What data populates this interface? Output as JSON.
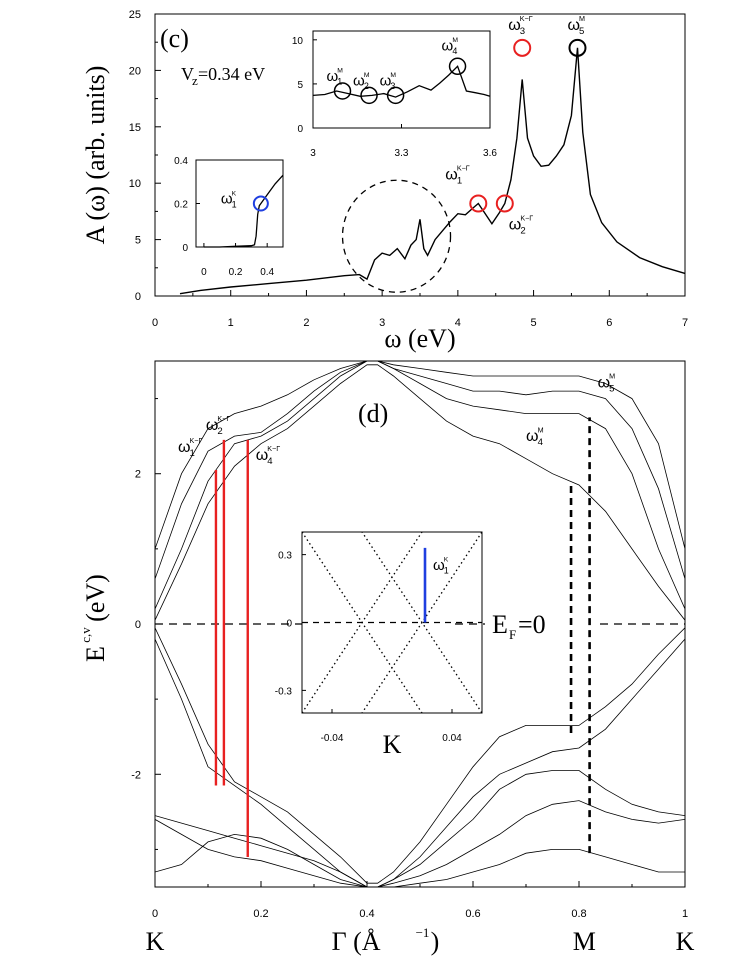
{
  "chart_data": [
    {
      "id": "c",
      "type": "line",
      "panel_label": "(c)",
      "annotation": "V",
      "annotation_sub": "z",
      "annotation_rest": "=0.34 eV",
      "xlabel": "ω (eV)",
      "ylabel": "A (ω) (arb. units)",
      "xlim": [
        0,
        7
      ],
      "ylim": [
        0,
        25
      ],
      "xticks": [
        "0",
        "1",
        "2",
        "3",
        "4",
        "5",
        "6",
        "7"
      ],
      "yticks": [
        "0",
        "5",
        "10",
        "15",
        "20",
        "25"
      ],
      "series": [
        {
          "x": [
            0.33,
            0.6,
            1.0,
            1.5,
            2.0,
            2.5,
            2.7,
            2.8,
            2.9,
            3.0,
            3.1,
            3.2,
            3.3,
            3.38,
            3.45,
            3.5,
            3.55,
            3.6,
            3.7,
            3.8,
            3.9,
            4.0,
            4.1,
            4.2,
            4.27,
            4.35,
            4.45,
            4.55,
            4.62,
            4.7,
            4.78,
            4.85,
            4.92,
            5.0,
            5.1,
            5.2,
            5.3,
            5.4,
            5.5,
            5.58,
            5.65,
            5.75,
            5.9,
            6.1,
            6.4,
            6.7,
            7.0
          ],
          "y": [
            0.2,
            0.5,
            0.8,
            1.1,
            1.4,
            1.8,
            1.9,
            1.5,
            3.2,
            3.8,
            3.6,
            4.2,
            3.3,
            4.5,
            5.0,
            6.8,
            4.2,
            3.6,
            5.0,
            5.8,
            6.6,
            7.3,
            7.2,
            7.8,
            8.2,
            7.4,
            6.4,
            7.4,
            8.2,
            10.3,
            14.0,
            19.2,
            14.0,
            12.4,
            11.5,
            11.6,
            12.4,
            13.4,
            16.0,
            22.0,
            14.5,
            9.0,
            6.5,
            4.8,
            3.4,
            2.6,
            2.0
          ]
        }
      ],
      "peak_labels": [
        {
          "base": "ω",
          "sub": "1",
          "sup": "K−Γ",
          "x": 4.27,
          "y": 8.2,
          "color": "#e82020"
        },
        {
          "base": "ω",
          "sub": "2",
          "sup": "K−Γ",
          "x": 4.62,
          "y": 8.2,
          "color": "#e82020"
        },
        {
          "base": "ω",
          "sub": "3",
          "sup": "K−Γ",
          "x": 4.85,
          "y": 22.0,
          "color": "#e82020"
        },
        {
          "base": "ω",
          "sub": "5",
          "sup": "M",
          "x": 5.58,
          "y": 22.0,
          "color": "#000000"
        }
      ],
      "insets": [
        {
          "id": "c-inset-right",
          "type": "line",
          "xlim": [
            3.0,
            3.6
          ],
          "ylim": [
            0,
            11
          ],
          "xticks": [
            "3",
            "3.3",
            "3.6"
          ],
          "yticks": [
            "0",
            "5",
            "10"
          ],
          "series": [
            {
              "x": [
                3.0,
                3.04,
                3.08,
                3.12,
                3.16,
                3.2,
                3.24,
                3.28,
                3.32,
                3.36,
                3.4,
                3.43,
                3.46,
                3.49,
                3.52,
                3.55,
                3.58,
                3.6
              ],
              "y": [
                3.7,
                3.8,
                4.2,
                3.9,
                3.6,
                3.7,
                3.9,
                3.5,
                4.1,
                4.8,
                4.3,
                5.1,
                6.0,
                7.0,
                4.2,
                4.0,
                3.8,
                3.6
              ]
            }
          ],
          "markers": [
            {
              "base": "ω",
              "sub": "1",
              "sup": "M",
              "x": 3.1,
              "y": 4.2,
              "color": "#000000"
            },
            {
              "base": "ω",
              "sub": "2",
              "sup": "M",
              "x": 3.19,
              "y": 3.7,
              "color": "#000000"
            },
            {
              "base": "ω",
              "sub": "3",
              "sup": "M",
              "x": 3.28,
              "y": 3.7,
              "color": "#000000"
            },
            {
              "base": "ω",
              "sub": "4",
              "sup": "M",
              "x": 3.49,
              "y": 7.0,
              "color": "#000000"
            }
          ]
        },
        {
          "id": "c-inset-left",
          "type": "line",
          "xlim": [
            -0.05,
            0.5
          ],
          "ylim": [
            0,
            0.4
          ],
          "xticks": [
            "0",
            "0.2",
            "0.4"
          ],
          "yticks": [
            "0",
            "0.2",
            "0.4"
          ],
          "series": [
            {
              "x": [
                0.0,
                0.1,
                0.2,
                0.3,
                0.32,
                0.33,
                0.34,
                0.35,
                0.36,
                0.4,
                0.45,
                0.5
              ],
              "y": [
                0.0,
                0.0,
                0.003,
                0.006,
                0.01,
                0.05,
                0.15,
                0.19,
                0.2,
                0.24,
                0.29,
                0.33
              ]
            }
          ],
          "markers": [
            {
              "base": "ω",
              "sub": "1",
              "sup": "K",
              "x": 0.36,
              "y": 0.2,
              "color": "#1f3fe0"
            }
          ]
        }
      ]
    },
    {
      "id": "d",
      "type": "line",
      "panel_label": "(d)",
      "ylabel": "E",
      "ylabel_sup": "c,v",
      "ylabel_rest": "(eV)",
      "xlabel": "Γ (Å",
      "xlabel_sup": "−1",
      "xlabel_rest": ")",
      "xlim": [
        0,
        1
      ],
      "ylim": [
        -3.5,
        3.5
      ],
      "xticks": [
        "0",
        "0.2",
        "0.4",
        "0.6",
        "0.8",
        "1"
      ],
      "yticks": [
        "-2",
        "0",
        "2"
      ],
      "high_symmetry_labels": [
        {
          "text": "K",
          "x": 0.0
        },
        {
          "text": "Γ",
          "x": 0.42
        },
        {
          "text": "M",
          "x": 0.81
        },
        {
          "text": "K",
          "x": 1.0
        }
      ],
      "fermi_label": "E",
      "fermi_sub": "F",
      "fermi_rest": "=0",
      "transition_labels": [
        {
          "base": "ω",
          "sub": "1",
          "sup": "K−Γ",
          "x": 0.115,
          "y_from": -2.15,
          "y_to": 2.05,
          "color": "#e82020"
        },
        {
          "base": "ω",
          "sub": "2",
          "sup": "K−Γ",
          "x": 0.13,
          "y_from": -2.15,
          "y_to": 2.45,
          "color": "#e82020"
        },
        {
          "base": "ω",
          "sub": "4",
          "sup": "K−Γ",
          "x": 0.175,
          "y_from": -3.1,
          "y_to": 2.45,
          "color": "#e82020"
        },
        {
          "base": "ω",
          "sub": "4",
          "sup": "M",
          "x": 0.785,
          "y_from": -1.45,
          "y_to": 1.9,
          "color": "#000000"
        },
        {
          "base": "ω",
          "sub": "5",
          "sup": "M",
          "x": 0.82,
          "y_from": -3.05,
          "y_to": 2.75,
          "color": "#000000"
        }
      ],
      "band_kx": [
        0.0,
        0.05,
        0.1,
        0.15,
        0.2,
        0.25,
        0.3,
        0.35,
        0.4,
        0.42,
        0.45,
        0.5,
        0.55,
        0.6,
        0.65,
        0.7,
        0.75,
        0.8,
        0.85,
        0.9,
        0.95,
        1.0
      ],
      "bands": [
        [
          0.05,
          0.8,
          1.6,
          2.1,
          2.4,
          2.6,
          2.9,
          3.2,
          3.45,
          3.45,
          3.3,
          3.0,
          2.7,
          2.5,
          2.4,
          2.2,
          2.0,
          1.85,
          1.5,
          1.0,
          0.5,
          0.05
        ],
        [
          0.2,
          1.0,
          1.9,
          2.4,
          2.5,
          2.7,
          3.0,
          3.3,
          3.5,
          3.5,
          3.4,
          3.2,
          3.0,
          2.9,
          2.85,
          2.8,
          2.8,
          2.8,
          2.6,
          2.0,
          1.0,
          0.2
        ],
        [
          0.6,
          1.6,
          2.3,
          2.5,
          2.55,
          2.8,
          3.1,
          3.35,
          3.5,
          3.5,
          3.4,
          3.3,
          3.2,
          3.1,
          3.1,
          3.05,
          3.1,
          3.1,
          3.0,
          2.6,
          1.8,
          0.6
        ],
        [
          1.0,
          2.0,
          2.6,
          2.8,
          2.9,
          3.05,
          3.25,
          3.4,
          3.5,
          3.5,
          3.45,
          3.4,
          3.35,
          3.3,
          3.3,
          3.3,
          3.3,
          3.3,
          3.2,
          3.0,
          2.4,
          1.0
        ],
        [
          -0.05,
          -0.8,
          -1.6,
          -2.1,
          -2.3,
          -2.5,
          -2.8,
          -3.1,
          -3.45,
          -3.45,
          -3.3,
          -2.9,
          -2.4,
          -1.9,
          -1.5,
          -1.35,
          -1.35,
          -1.35,
          -1.1,
          -0.8,
          -0.4,
          -0.05
        ],
        [
          -0.2,
          -1.0,
          -1.9,
          -2.15,
          -2.4,
          -2.7,
          -3.0,
          -3.3,
          -3.5,
          -3.5,
          -3.4,
          -3.1,
          -2.7,
          -2.3,
          -2.0,
          -1.85,
          -1.7,
          -1.65,
          -1.4,
          -1.0,
          -0.6,
          -0.2
        ],
        [
          -2.55,
          -2.65,
          -2.75,
          -2.85,
          -2.95,
          -3.05,
          -3.15,
          -3.3,
          -3.5,
          -3.5,
          -3.4,
          -3.2,
          -2.9,
          -2.6,
          -2.2,
          -2.0,
          -1.95,
          -1.95,
          -2.2,
          -2.4,
          -2.5,
          -2.55
        ],
        [
          -2.6,
          -2.8,
          -3.0,
          -3.1,
          -3.15,
          -3.25,
          -3.35,
          -3.45,
          -3.5,
          -3.5,
          -3.45,
          -3.35,
          -3.2,
          -3.0,
          -2.8,
          -2.55,
          -2.4,
          -2.35,
          -2.5,
          -2.6,
          -2.65,
          -2.6
        ],
        [
          -3.3,
          -3.2,
          -2.9,
          -2.8,
          -2.85,
          -3.0,
          -3.2,
          -3.4,
          -3.5,
          -3.5,
          -3.5,
          -3.45,
          -3.4,
          -3.3,
          -3.2,
          -3.05,
          -3.0,
          -3.0,
          -3.1,
          -3.2,
          -3.3,
          -3.3
        ]
      ],
      "inset": {
        "id": "d-inset",
        "xlabel": "K",
        "xlim": [
          -0.06,
          0.06
        ],
        "ylim": [
          -0.4,
          0.4
        ],
        "xticks": [
          "-0.04",
          "0.04"
        ],
        "yticks": [
          "0.3",
          "0",
          "-0.3"
        ],
        "marker": {
          "base": "ω",
          "sub": "1",
          "sup": "K",
          "x": 0.022,
          "y_from": 0.0,
          "y_to": 0.33,
          "color": "#1f3fe0"
        }
      }
    }
  ]
}
